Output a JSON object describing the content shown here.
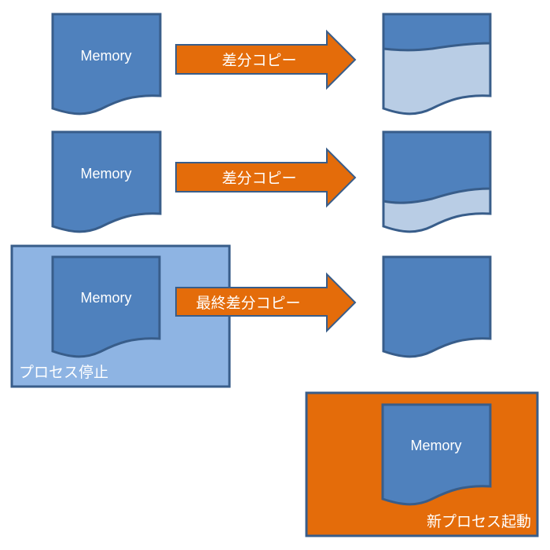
{
  "colors": {
    "doc_fill": "#4f81bd",
    "doc_stroke": "#385d8a",
    "doc_light_fill": "#b9cde5",
    "arrow_fill": "#e46c0a",
    "stop_box_fill": "#8eb4e3",
    "new_box_fill": "#e46c0a",
    "text": "#ffffff"
  },
  "rows": [
    {
      "source_label": "Memory",
      "arrow_label": "差分コピー",
      "target_fill_state": "top portion copied"
    },
    {
      "source_label": "Memory",
      "arrow_label": "差分コピー",
      "target_fill_state": "mostly copied"
    },
    {
      "source_label": "Memory",
      "arrow_label": "最終差分コピー",
      "target_fill_state": "fully copied",
      "container_label": "プロセス停止"
    }
  ],
  "new_process": {
    "label": "新プロセス起動",
    "memory_label": "Memory"
  }
}
